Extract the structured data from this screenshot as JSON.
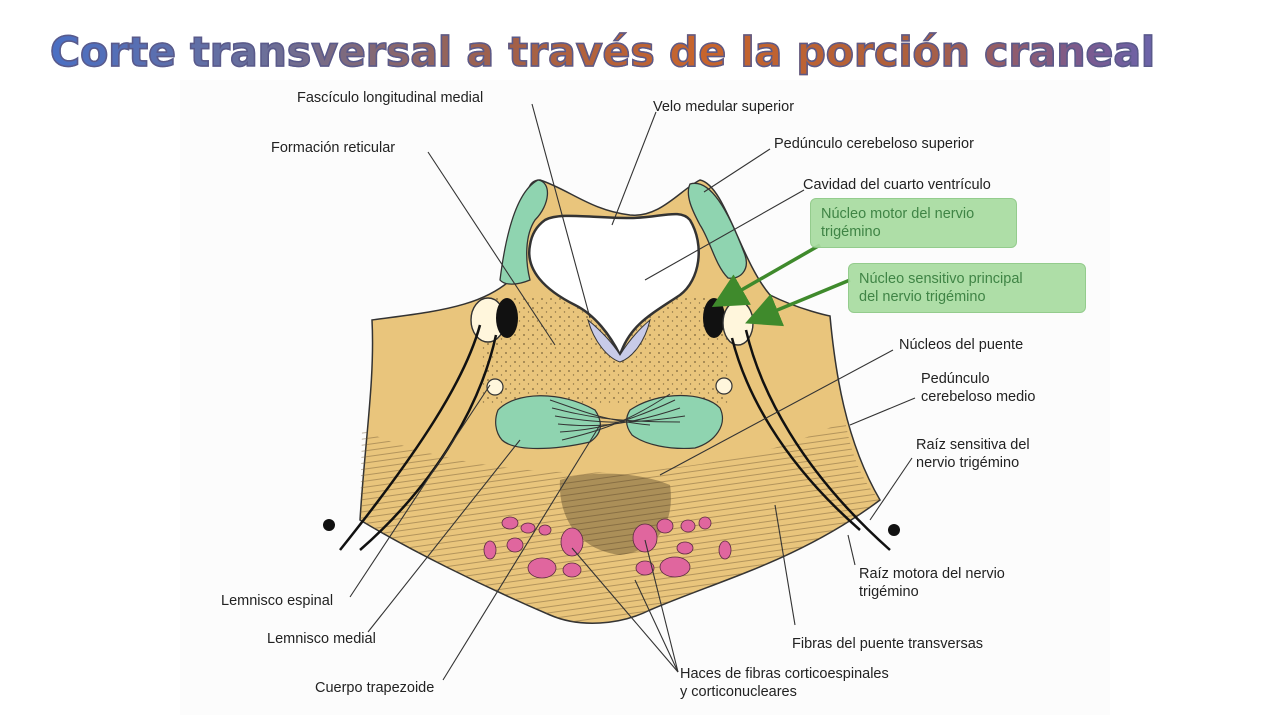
{
  "title": "Corte transversal a través de la porción craneal",
  "labels": {
    "fasciculo": "Fascículo longitudinal medial",
    "velo": "Velo medular superior",
    "formacion": "Formación reticular",
    "pedunculo_sup": "Pedúnculo cerebeloso superior",
    "cavidad": "Cavidad del cuarto ventrículo",
    "nucleo_motor": "Núcleo motor del nervio\ntrigémino",
    "nucleo_sensitivo": "Núcleo sensitivo principal\ndel nervio trigémino",
    "nucleos_puente": "Núcleos del puente",
    "pedunculo_medio": "Pedúnculo\ncerebeloso medio",
    "raiz_sensitiva": "Raíz sensitiva del\nnervio trigémino",
    "lemnisco_espinal": "Lemnisco espinal",
    "lemnisco_medial": "Lemnisco medial",
    "cuerpo_trapezoide": "Cuerpo trapezoide",
    "haces": "Haces de fibras corticoespinales\ny corticonucleares",
    "fibras": "Fibras del puente transversas",
    "raiz_motora": "Raíz motora del nervio\ntrigémino"
  },
  "colors": {
    "tissue": "#e9c57c",
    "green_region": "#8fd4b0",
    "pink_bundles": "#e0669e",
    "highlight_bg": "#a8dca0",
    "highlight_text": "#2f7a36",
    "arrow": "#3f8a2c"
  }
}
